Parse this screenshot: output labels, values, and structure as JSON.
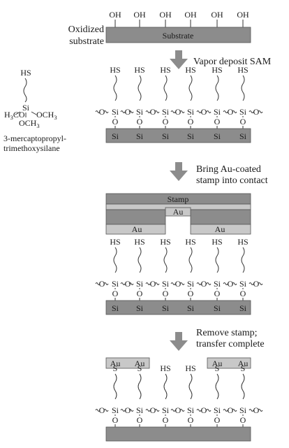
{
  "labels": {
    "oxidized_substrate": [
      "Oxidized",
      "substrate"
    ],
    "substrate": "Substrate",
    "step1": "Vapor deposit SAM",
    "step2": [
      "Bring Au-coated",
      "stamp into contact"
    ],
    "step3": [
      "Remove stamp;",
      "transfer complete"
    ],
    "stamp": "Stamp",
    "au": "Au"
  },
  "groups": {
    "oh": "OH",
    "hs": "HS",
    "s": "S",
    "o": "O",
    "si": "Si"
  },
  "molecule": {
    "name_line1": "3-mercaptopropyl-",
    "name_line2": "trimethoxysilane",
    "hs": "HS",
    "si": "Si",
    "left_h": "H",
    "left_sub": "3",
    "left_co": "CO",
    "right_och": "OCH",
    "right_sub": "3",
    "bottom_och": "OCH",
    "bottom_sub": "3"
  },
  "colors": {
    "dark_bar": "#8c8c8c",
    "light_bar": "#c8c8c8",
    "arrow": "#8c8c8c"
  }
}
